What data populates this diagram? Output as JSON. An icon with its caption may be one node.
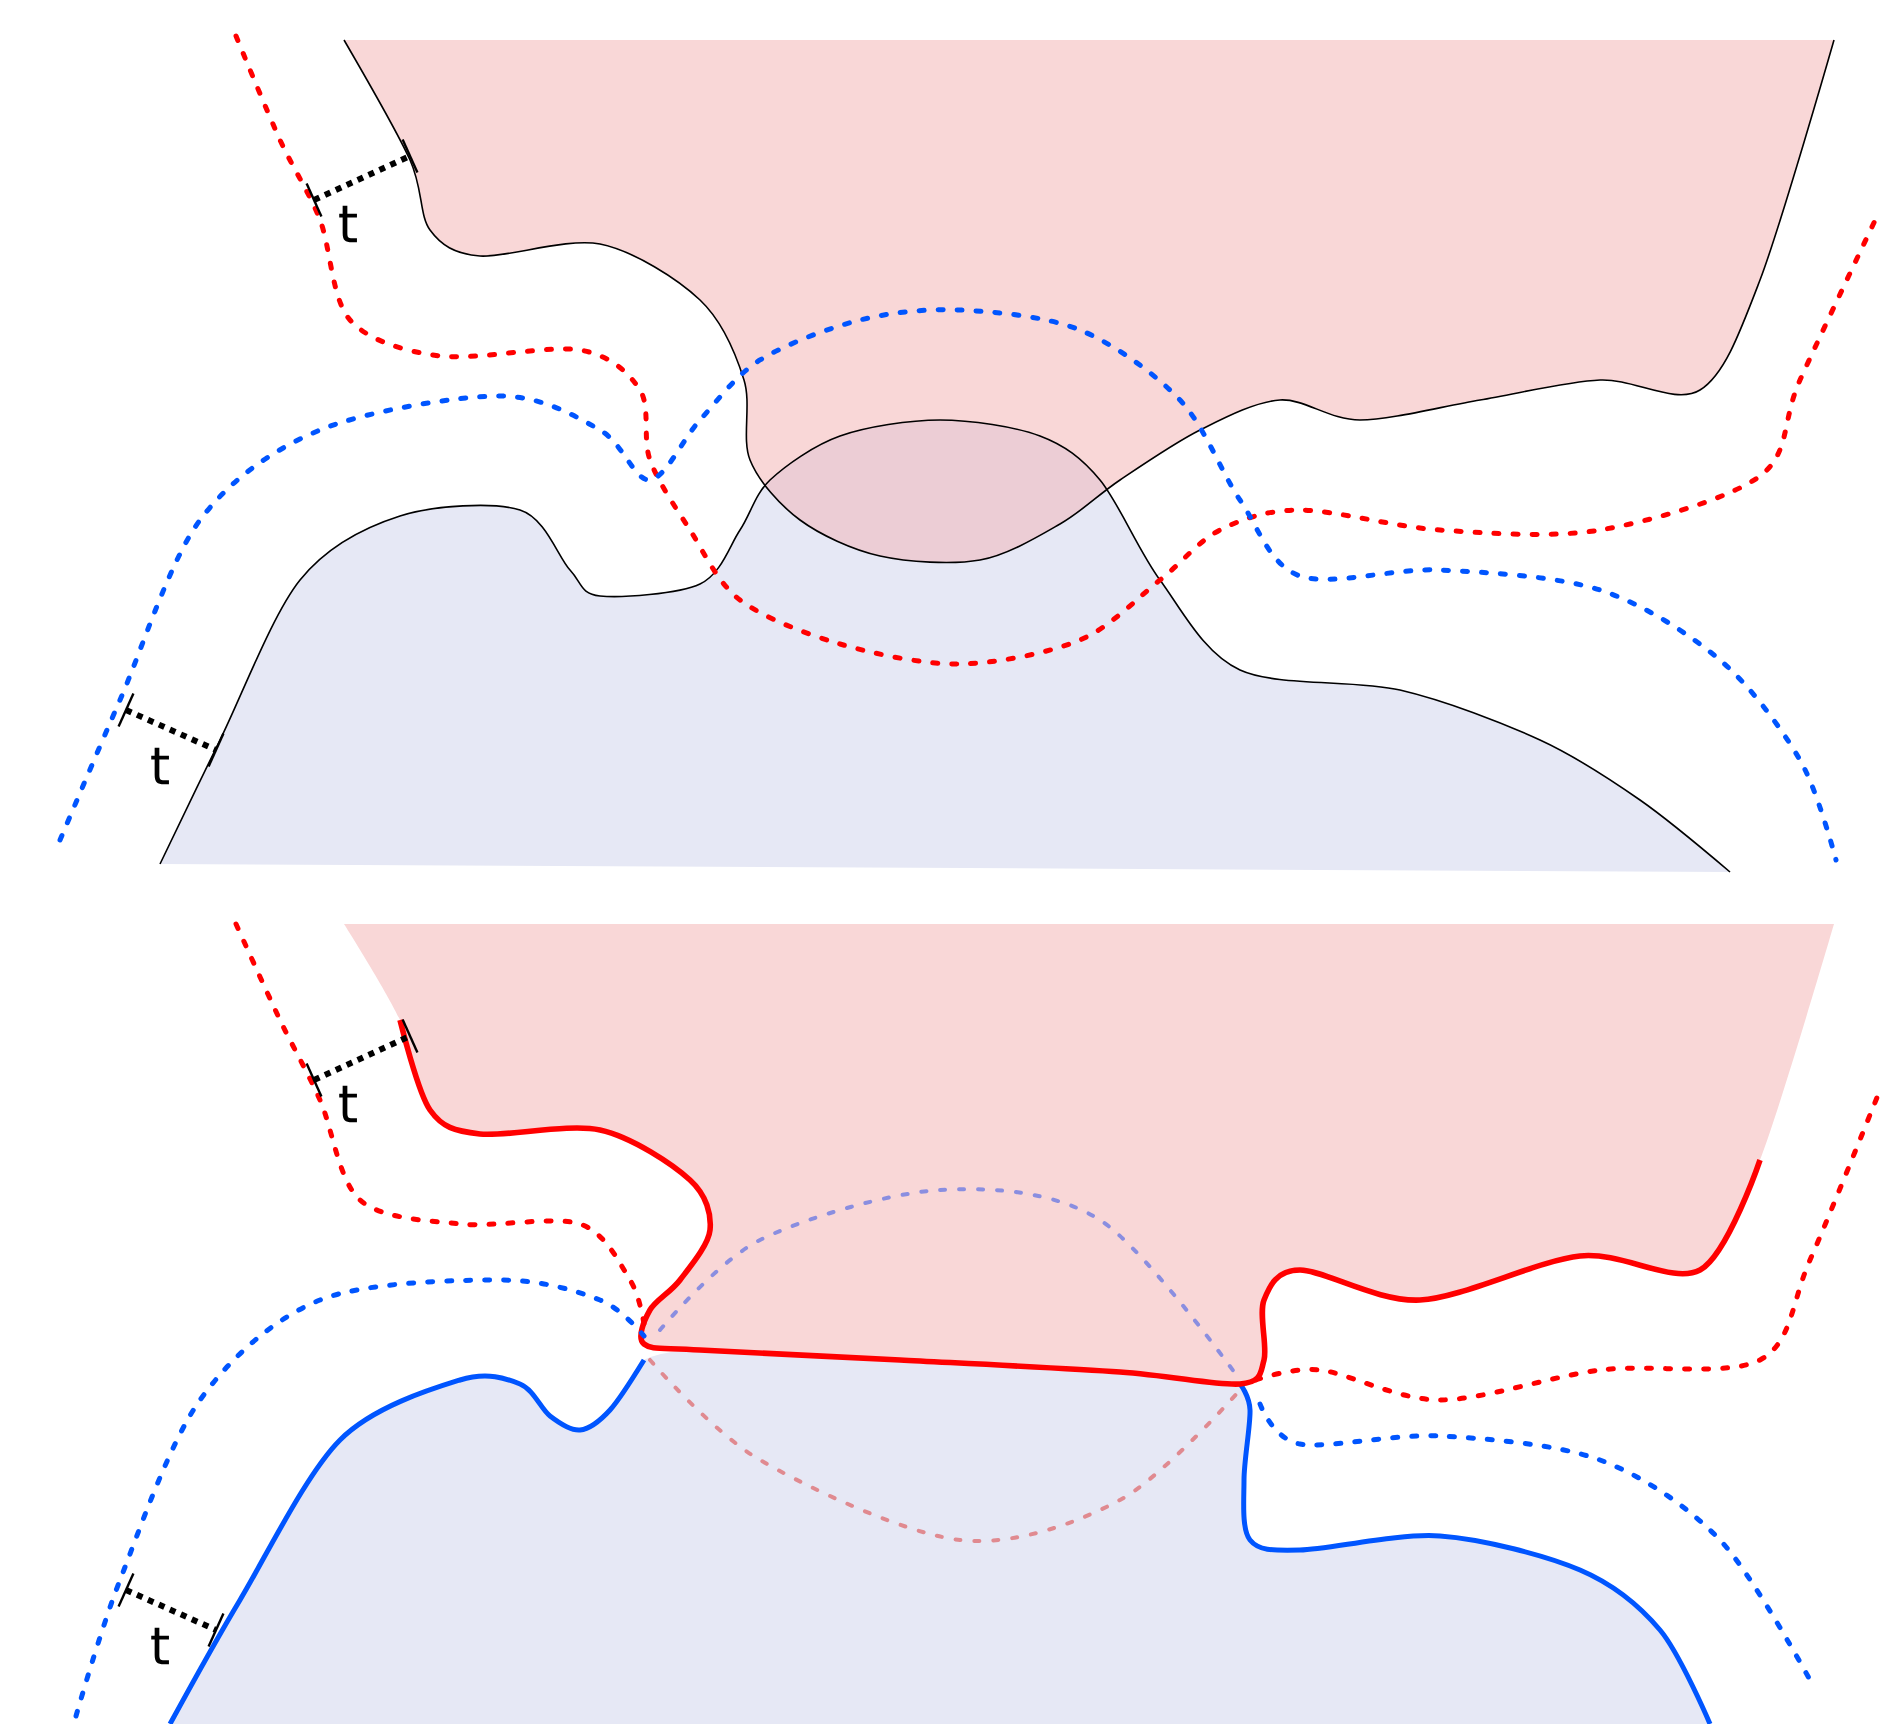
{
  "diagram": {
    "labels": [
      "t",
      "t",
      "t",
      "t"
    ]
  }
}
